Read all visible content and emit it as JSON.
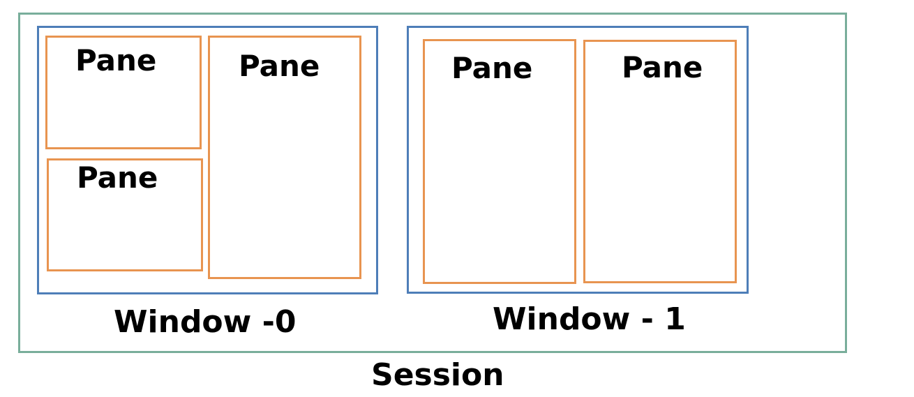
{
  "session": {
    "label": "Session",
    "border_color": "#79AE9B"
  },
  "windows": [
    {
      "label": "Window -0",
      "border_color": "#4E7EB8",
      "panes": [
        {
          "label": "Pane"
        },
        {
          "label": "Pane"
        },
        {
          "label": "Pane"
        }
      ]
    },
    {
      "label": "Window - 1",
      "border_color": "#4E7EB8",
      "panes": [
        {
          "label": "Pane"
        },
        {
          "label": "Pane"
        }
      ]
    }
  ],
  "pane_border_color": "#E89450"
}
